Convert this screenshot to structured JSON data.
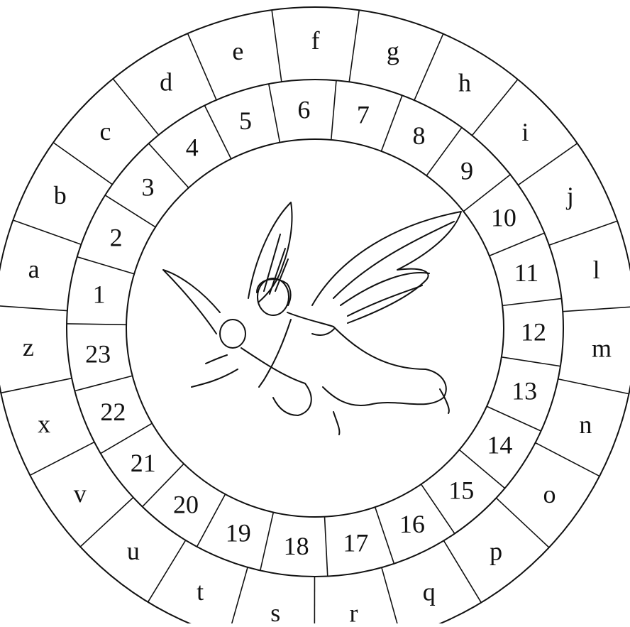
{
  "cipher_wheel": {
    "letters": [
      "a",
      "b",
      "c",
      "d",
      "e",
      "f",
      "g",
      "h",
      "i",
      "j",
      "l",
      "m",
      "n",
      "o",
      "p",
      "q",
      "r",
      "s",
      "t",
      "u",
      "v",
      "x",
      "z"
    ],
    "numbers": [
      "1",
      "2",
      "3",
      "4",
      "5",
      "6",
      "7",
      "8",
      "9",
      "10",
      "11",
      "12",
      "13",
      "14",
      "15",
      "16",
      "17",
      "18",
      "19",
      "20",
      "21",
      "22",
      "23"
    ]
  },
  "center_image": "flying-angels-illustration"
}
